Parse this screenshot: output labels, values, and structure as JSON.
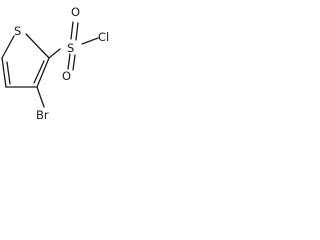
{
  "molecule": {
    "atoms": {
      "thiophene_sulfur": "S",
      "sulfonyl_sulfur": "S",
      "oxygen_top": "O",
      "oxygen_bottom": "O",
      "chlorine": "Cl",
      "bromine": "Br"
    }
  }
}
